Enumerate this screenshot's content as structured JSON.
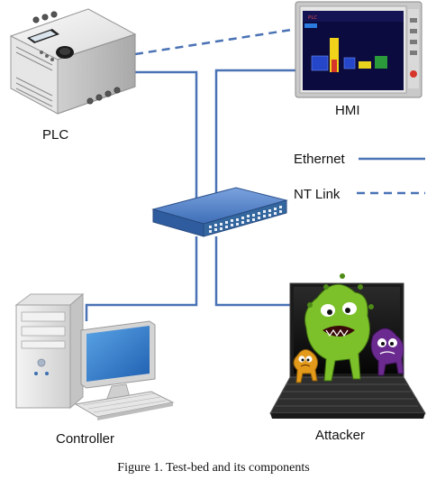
{
  "figure": {
    "caption": "Figure 1. Test-bed and its components"
  },
  "labels": {
    "plc": "PLC",
    "hmi": "HMI",
    "controller": "Controller",
    "attacker": "Attacker"
  },
  "legend": {
    "ethernet": "Ethernet",
    "nt_link": "NT Link"
  },
  "colors": {
    "ethernet_line": "#4a72b5",
    "nt_link_line": "#4a72b5",
    "switch_body": "#3f6fb8",
    "hmi_screen": "#0b0b3f",
    "virus_green": "#7cc12a",
    "virus_purple": "#6b2a8f",
    "virus_orange": "#e39a1a"
  },
  "icons": [
    "plc-device-icon",
    "hmi-panel-icon",
    "network-switch-icon",
    "desktop-computer-icon",
    "laptop-virus-icon"
  ]
}
